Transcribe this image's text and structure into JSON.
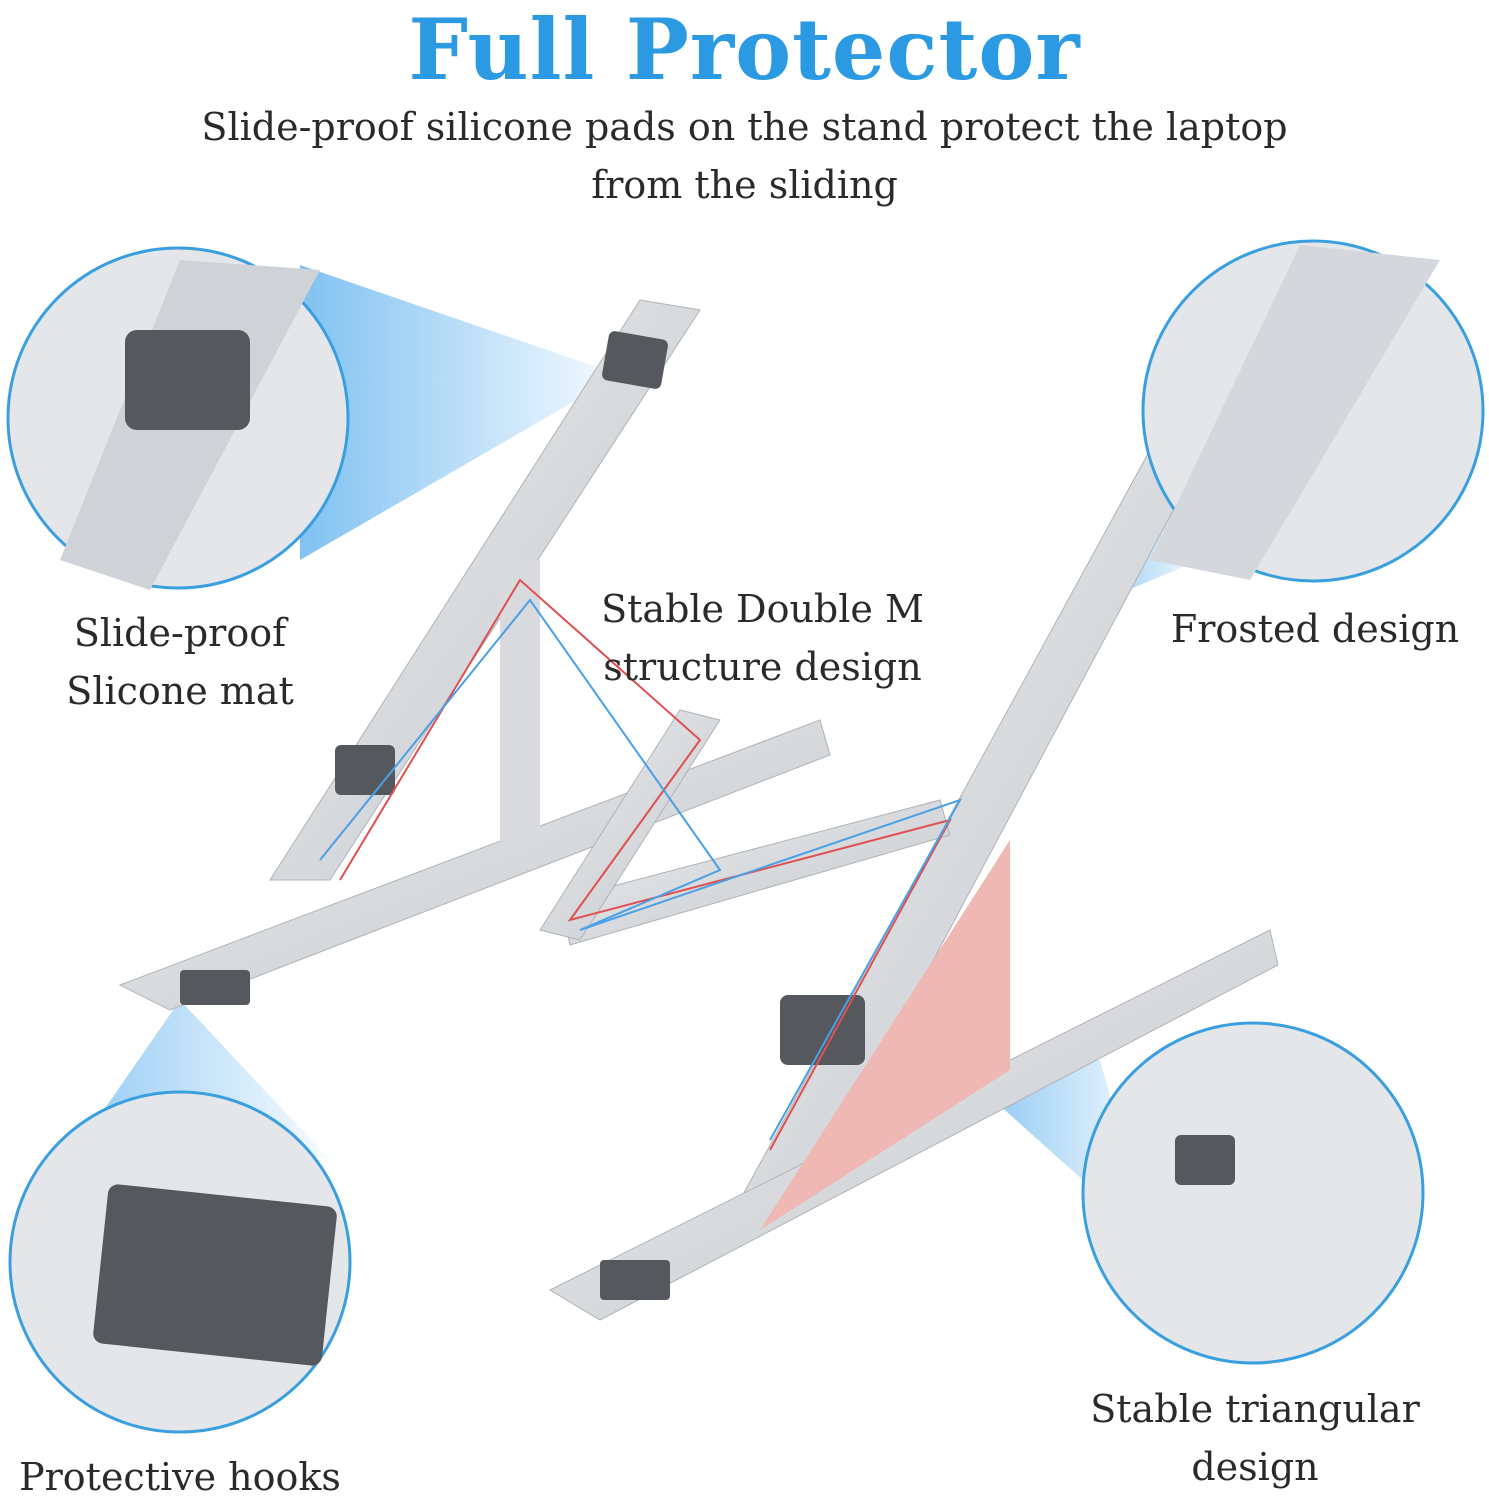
{
  "title": "Full Protector",
  "subtitle": {
    "line1": "Slide-proof silicone pads on the stand protect the laptop",
    "line2": "from the sliding"
  },
  "callouts": {
    "slide_proof": {
      "line1": "Slide-proof",
      "line2": "Slicone mat"
    },
    "double_m": {
      "line1": "Stable Double M",
      "line2": "structure design"
    },
    "frosted": {
      "line1": "Frosted design"
    },
    "hooks": {
      "line1": "Protective hooks"
    },
    "triangular": {
      "line1": "Stable triangular",
      "line2": "design"
    }
  },
  "colors": {
    "accent": "#2b9ae2",
    "circle": "#3a9fdf",
    "metal": "#d6d8dc",
    "pad": "#555a5e",
    "triangle": "#f0b8b4"
  }
}
